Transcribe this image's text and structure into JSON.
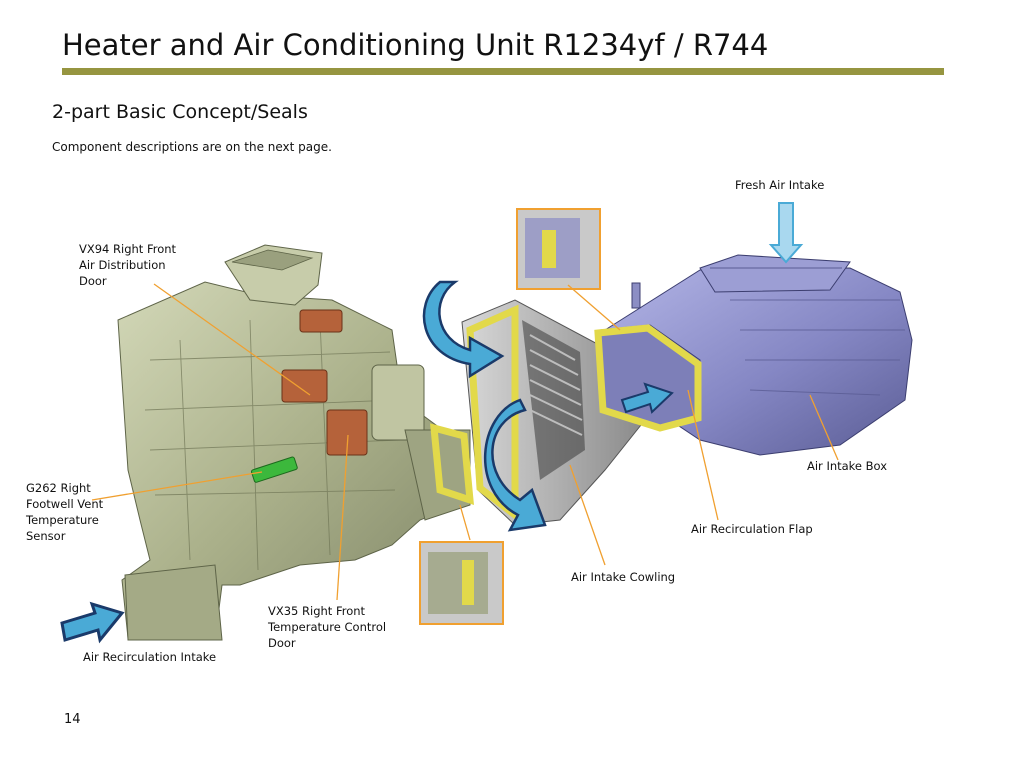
{
  "header": {
    "title": "Heater and Air Conditioning Unit R1234yf / R744",
    "subtitle": "2-part Basic Concept/Seals",
    "note": "Component descriptions are on the next page."
  },
  "labels": {
    "vx94": "VX94 Right Front\nAir Distribution\nDoor",
    "g262": "G262 Right\nFootwell Vent\nTemperature\nSensor",
    "vx35": "VX35 Right Front\nTemperature Control\nDoor",
    "air_recirc_intake": "Air Recirculation Intake",
    "air_intake_cowling": "Air Intake Cowling",
    "air_recirc_flap": "Air Recirculation Flap",
    "air_intake_box": "Air Intake Box",
    "fresh_air_intake": "Fresh Air Intake"
  },
  "footer": {
    "page_number": "14"
  },
  "colors": {
    "title_rule": "#969540",
    "leader_line": "#f0a030",
    "callout_border": "#f0a030",
    "heater_housing": "#b8bf9a",
    "actuator": "#b5623a",
    "sensor": "#3cb83c",
    "intake_box": "#8a8cc4",
    "seal": "#e2d94a",
    "flow_arrow": "#4aaad6",
    "flow_arrow_outline": "#1a3a6a"
  },
  "icons": {
    "flow_arrows": "curved-arrow-icon",
    "intake_arrow": "down-arrow-icon",
    "recirc_arrow": "right-arrow-icon"
  }
}
